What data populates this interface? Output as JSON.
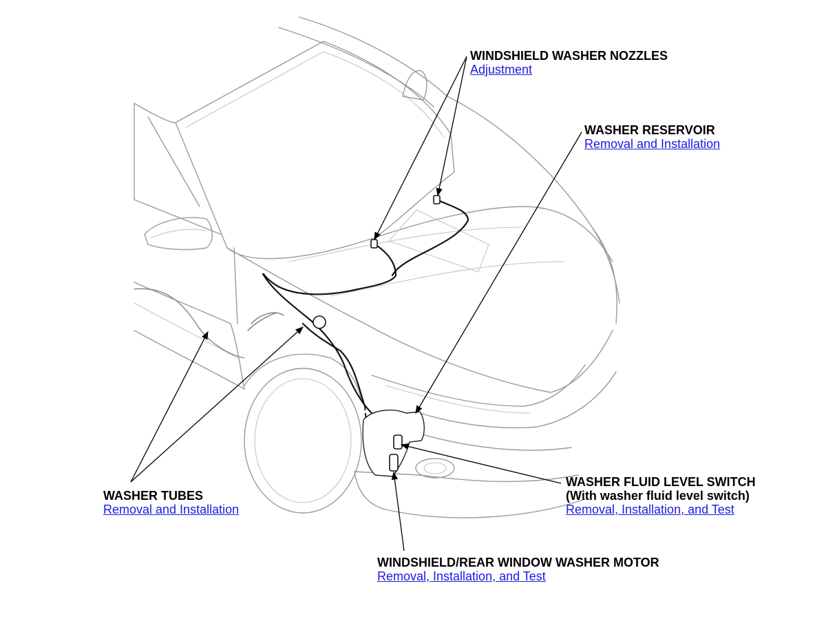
{
  "callouts": {
    "nozzles": {
      "title": "WINDSHIELD WASHER NOZZLES",
      "link": "Adjustment"
    },
    "reservoir": {
      "title": "WASHER RESERVOIR",
      "link": "Removal and Installation"
    },
    "tubes": {
      "title": "WASHER TUBES",
      "link": "Removal and Installation"
    },
    "switch": {
      "title": "WASHER FLUID LEVEL SWITCH",
      "subtitle": "(With washer fluid level switch)",
      "link": "Removal, Installation, and Test"
    },
    "motor": {
      "title": "WINDSHIELD/REAR WINDOW WASHER MOTOR",
      "link": "Removal, Installation, and Test"
    }
  },
  "colors": {
    "link": "#1a1ae0",
    "text": "#000000",
    "car_line": "#9a9a9a",
    "hose": "#111111"
  }
}
